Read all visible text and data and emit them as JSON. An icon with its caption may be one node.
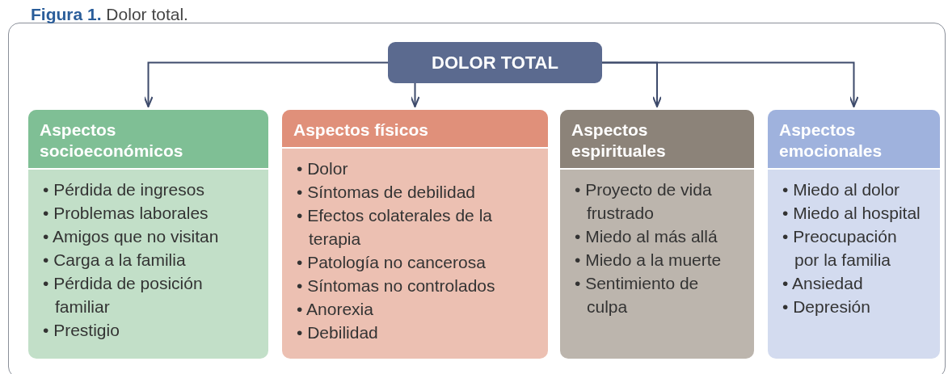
{
  "diagram": {
    "title": "**Figura 1.** Dolor total.",
    "nodes": [
      {
        "text": [
          "DOLOR TOTAL"
        ]
      },
      {
        "text": [
          "Aspectos socioeconómicos",
          "• Pérdida de ingresos",
          "• Problemas laborales",
          "• Amigos que no visitan",
          "• Carga a la familia",
          "• Pérdida de posición familiar",
          "• Prestigio"
        ]
      },
      {
        "text": [
          "Aspectos físicos",
          "• Dolor",
          "• Síntomas de debilidad",
          "• Efectos colaterales de la terapia",
          "• Patología no cancerosa",
          "• Síntomas no controlados",
          "• Anorexia",
          "• Debilidad"
        ]
      },
      {
        "text": [
          "Aspectos espirituales",
          "• Proyecto de vida frustrado",
          "• Miedo al más allá",
          "• Miedo a la muerte",
          "• Sentimiento de culpa"
        ]
      },
      {
        "text": [
          "Aspectos emocionales",
          "• Miedo al dolor",
          "• Miedo al hospital",
          "• Preocupación por la familia",
          "• Ansiedad",
          "• Depresión"
        ]
      }
    ],
    "edges": [
      {
        "from": 0,
        "to": 1,
        "arrow": "to"
      },
      {
        "from": 0,
        "to": 2,
        "arrow": "to"
      },
      {
        "from": 0,
        "to": 3,
        "arrow": "to"
      },
      {
        "from": 0,
        "to": 4,
        "arrow": "to"
      }
    ]
  }
}
